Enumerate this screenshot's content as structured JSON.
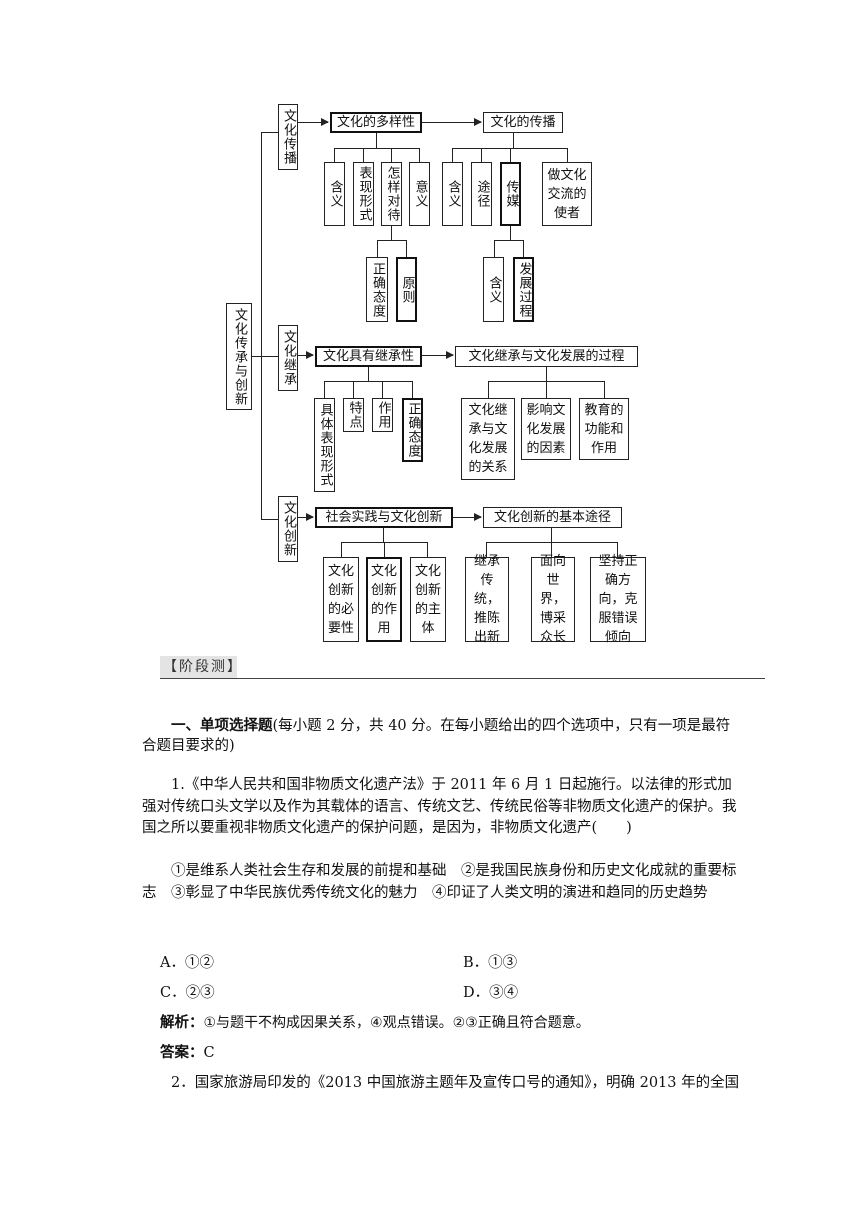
{
  "diagram": {
    "root": "文化传承与创新",
    "culture_spread": {
      "label": "文化传播",
      "diversity": "文化的多样性",
      "diversity_children": [
        "含义",
        "表现形式",
        "怎样对待",
        "意义"
      ],
      "treat_children": [
        "正确态度",
        "原则"
      ],
      "spread": "文化的传播",
      "spread_children": [
        "含义",
        "途径",
        "传媒",
        "做文化交流的使者"
      ],
      "media_children": [
        "含义",
        "发展过程"
      ]
    },
    "culture_inherit": {
      "label": "文化继承",
      "inherit": "文化具有继承性",
      "inherit_children": [
        "具体表现形式",
        "特点",
        "作用",
        "正确态度"
      ],
      "process": "文化继承与文化发展的过程",
      "process_children": [
        "文化继承与文化发展的关系",
        "影响文化发展的因素",
        "教育的功能和作用"
      ]
    },
    "culture_innovate": {
      "label": "文化创新",
      "practice": "社会实践与文化创新",
      "practice_children": [
        "文化创新的必要性",
        "文化创新的作用",
        "文化创新的主体"
      ],
      "ways": "文化创新的基本途径",
      "ways_children": [
        "继承传统，推陈出新",
        "面向世界，博采众长",
        "坚持正确方向，克服错误倾向"
      ]
    }
  },
  "section_tag": "【阶段测】",
  "question_section": {
    "heading": "一、单项选择题",
    "heading_note": "(每小题 2 分，共 40 分。在每小题给出的四个选项中，只有一项是最符合题目要求的)"
  },
  "q1": {
    "stem": "1.《中华人民共和国非物质文化遗产法》于 2011 年 6 月 1 日起施行。以法律的形式加强对传统口头文学以及作为其载体的语言、传统文艺、传统民俗等非物质文化遗产的保护。我国之所以要重视非物质文化遗产的保护问题，是因为，非物质文化遗产(　　)",
    "statements": "①是维系人类社会生存和发展的前提和基础　②是我国民族身份和历史文化成就的重要标志　③彰显了中华民族优秀传统文化的魅力　④印证了人类文明的演进和趋同的历史趋势",
    "option_a": "A．①②",
    "option_b": "B．①③",
    "option_c": "C．②③",
    "option_d": "D．③④",
    "analysis_label": "解析：",
    "analysis": "①与题干不构成因果关系，④观点错误。②③正确且符合题意。",
    "answer_label": "答案：",
    "answer": "C"
  },
  "q2": {
    "stem": "2．国家旅游局印发的《2013 中国旅游主题年及宣传口号的通知》，明确 2013 年的全国"
  }
}
